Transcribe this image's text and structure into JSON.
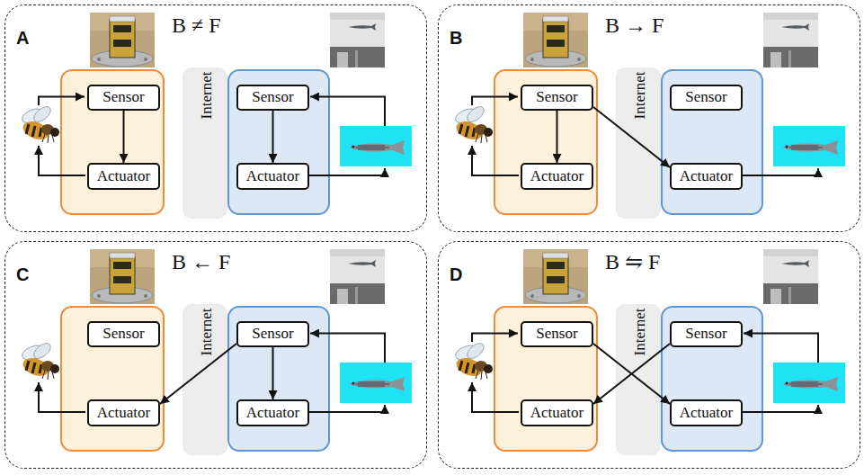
{
  "diagram": {
    "nodes": [
      {
        "text": [
          "A",
          "B ≠ F"
        ]
      },
      {
        "text": [
          "Sensor"
        ],
        "in": 0
      },
      {
        "text": [
          "Actuator"
        ],
        "in": 0
      },
      {
        "text": [
          "Internet"
        ],
        "in": 0
      },
      {
        "text": [
          "Sensor"
        ],
        "in": 0
      },
      {
        "text": [
          "Actuator"
        ],
        "in": 0
      },
      {
        "text": [
          "B",
          "B → F"
        ]
      },
      {
        "text": [
          "Sensor"
        ],
        "in": 6
      },
      {
        "text": [
          "Actuator"
        ],
        "in": 6
      },
      {
        "text": [
          "Internet"
        ],
        "in": 6
      },
      {
        "text": [
          "Sensor"
        ],
        "in": 6
      },
      {
        "text": [
          "Actuator"
        ],
        "in": 6
      },
      {
        "text": [
          "C",
          "B ← F"
        ]
      },
      {
        "text": [
          "Sensor"
        ],
        "in": 12
      },
      {
        "text": [
          "Actuator"
        ],
        "in": 12
      },
      {
        "text": [
          "Internet"
        ],
        "in": 12
      },
      {
        "text": [
          "Sensor"
        ],
        "in": 12
      },
      {
        "text": [
          "Actuator"
        ],
        "in": 12
      },
      {
        "text": [
          "D",
          "B ⇋ F"
        ]
      },
      {
        "text": [
          "Sensor"
        ],
        "in": 18
      },
      {
        "text": [
          "Actuator"
        ],
        "in": 18
      },
      {
        "text": [
          "Internet"
        ],
        "in": 18
      },
      {
        "text": [
          "Sensor"
        ],
        "in": 18
      },
      {
        "text": [
          "Actuator"
        ],
        "in": 18
      }
    ],
    "edges": [
      {
        "from": 1,
        "to": 2,
        "arrow": "to"
      },
      {
        "from": 4,
        "to": 5,
        "arrow": "to"
      },
      {
        "from": 7,
        "to": 8,
        "arrow": "to"
      },
      {
        "from": 7,
        "to": 11,
        "arrow": "to"
      },
      {
        "from": 16,
        "to": 17,
        "arrow": "to"
      },
      {
        "from": 16,
        "to": 14,
        "arrow": "to"
      },
      {
        "from": 19,
        "to": 23,
        "arrow": "to"
      },
      {
        "from": 22,
        "to": 20,
        "arrow": "to"
      }
    ]
  }
}
